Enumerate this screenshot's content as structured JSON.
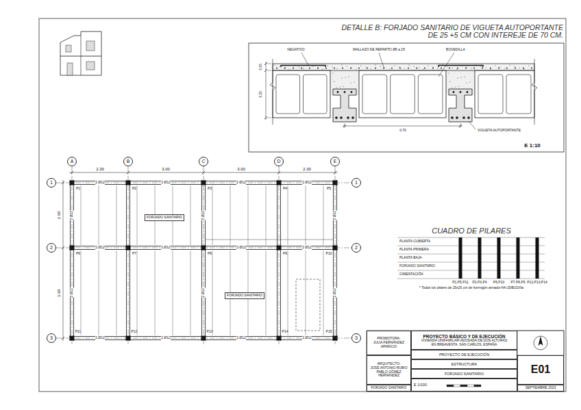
{
  "diagram": {
    "title": "DETALLE B: FORJADO SANITARIO DE VIGUETA AUTOPORTANTE DE 25 +5 CM CON INTEREJE DE 70 CM.",
    "nodes": [
      {
        "text": [
          "A"
        ]
      },
      {
        "text": [
          "B"
        ]
      },
      {
        "text": [
          "C"
        ]
      },
      {
        "text": [
          "D"
        ]
      },
      {
        "text": [
          "E"
        ]
      },
      {
        "text": [
          "1"
        ]
      },
      {
        "text": [
          "2"
        ]
      },
      {
        "text": [
          "3"
        ]
      },
      {
        "text": [
          "1"
        ]
      },
      {
        "text": [
          "2"
        ]
      },
      {
        "text": [
          "3"
        ]
      },
      {
        "text": [
          "FORJADO SANITARIO"
        ]
      },
      {
        "text": [
          "FORJADO SANITARIO"
        ]
      },
      {
        "text": [
          "PROMOTORA:",
          "JULIA FERNÁNDEZ APARICIO"
        ]
      },
      {
        "text": [
          "ARQUITECTO:",
          "JOSÉ ANTONIO RUBIO",
          "PABLO GÓMEZ HERNÁNDEZ"
        ]
      },
      {
        "text": [
          "FORJADO SANITARIO"
        ]
      },
      {
        "text": [
          "PROYECTO BÁSICO Y DE EJECUCIÓN",
          "VIVIENDA UNIFAMILIAR ADOSADA DE DOS ALTURAS",
          "EN BREAVENTA, SAN CARLOS, ESPAÑA"
        ]
      },
      {
        "text": [
          "PROYECTO DE EJECUCIÓN"
        ]
      },
      {
        "text": [
          "ESTRUCTURA"
        ]
      },
      {
        "text": [
          "FORJADO SANITARIO"
        ]
      },
      {
        "text": [
          "E 1/100"
        ]
      },
      {
        "text": [
          "E01"
        ]
      },
      {
        "text": [
          "SEPTIEMBRE 2023"
        ]
      }
    ],
    "edges": [
      {
        "from": 5,
        "to": 8,
        "arrow": "none"
      },
      {
        "from": 6,
        "to": 9,
        "arrow": "none"
      },
      {
        "from": 7,
        "to": 10,
        "arrow": "none"
      }
    ],
    "labels": [
      "NEGATIVO",
      "MALLAZO DE REPARTO Ø6 a 25",
      "BOVEDILLA",
      "VIGUETA AUTOPORTANTE",
      "0.05",
      "0.25",
      "0.70",
      "E 1:10",
      "2.30",
      "3.00",
      "3.00",
      "2.30",
      "2.60",
      "3.60",
      "2 Ø12",
      "2 Ø12",
      "2 Ø12",
      "2 Ø12",
      "2 Ø12",
      "2 Ø12",
      "2 Ø12",
      "2 Ø12",
      "2 Ø12",
      "2 Ø12",
      "2 Ø12",
      "2 Ø12",
      "2 Ø12",
      "2 Ø12",
      "2 Ø12",
      "2 Ø12",
      "2 Ø12",
      "2 Ø12",
      "P1",
      "P2",
      "P3",
      "P4",
      "P5",
      "P6",
      "P7",
      "P8",
      "P9",
      "P10",
      "P11",
      "P12",
      "P13",
      "P14",
      "P15",
      "CUADRO DE PILARES",
      "PLANTA CUBIERTA",
      "PLANTA PRIMERA",
      "PLANTA BAJA",
      "FORJADO SANITARIO",
      "CIMENTACIÓN",
      "P1,P5,P11",
      "P2,P3,P4",
      "P6,P10",
      "P7,P8,P9",
      "P12,P13,P14",
      "* Todos los pilares de 25x25 cm de hormigón armado HA-25/B/20/IIa"
    ]
  }
}
